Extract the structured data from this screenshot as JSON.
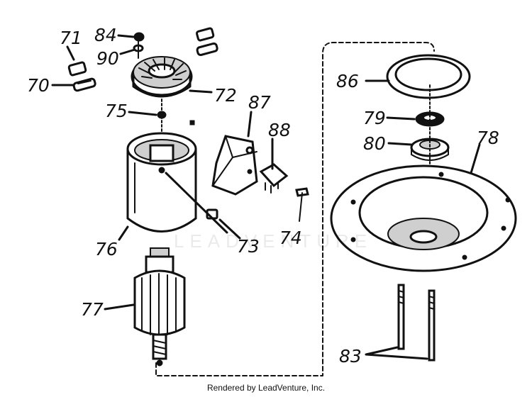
{
  "parts": [
    {
      "id": "p71",
      "number": "71"
    },
    {
      "id": "p84",
      "number": "84"
    },
    {
      "id": "p90",
      "number": "90"
    },
    {
      "id": "p70",
      "number": "70"
    },
    {
      "id": "p72",
      "number": "72"
    },
    {
      "id": "p75",
      "number": "75"
    },
    {
      "id": "p87",
      "number": "87"
    },
    {
      "id": "p88",
      "number": "88"
    },
    {
      "id": "p76",
      "number": "76"
    },
    {
      "id": "p73",
      "number": "73"
    },
    {
      "id": "p74",
      "number": "74"
    },
    {
      "id": "p77",
      "number": "77"
    },
    {
      "id": "p86",
      "number": "86"
    },
    {
      "id": "p79",
      "number": "79"
    },
    {
      "id": "p80",
      "number": "80"
    },
    {
      "id": "p78",
      "number": "78"
    },
    {
      "id": "p83",
      "number": "83"
    }
  ],
  "watermark": "LEADVENTURE",
  "credit": "Rendered by LeadVenture, Inc."
}
